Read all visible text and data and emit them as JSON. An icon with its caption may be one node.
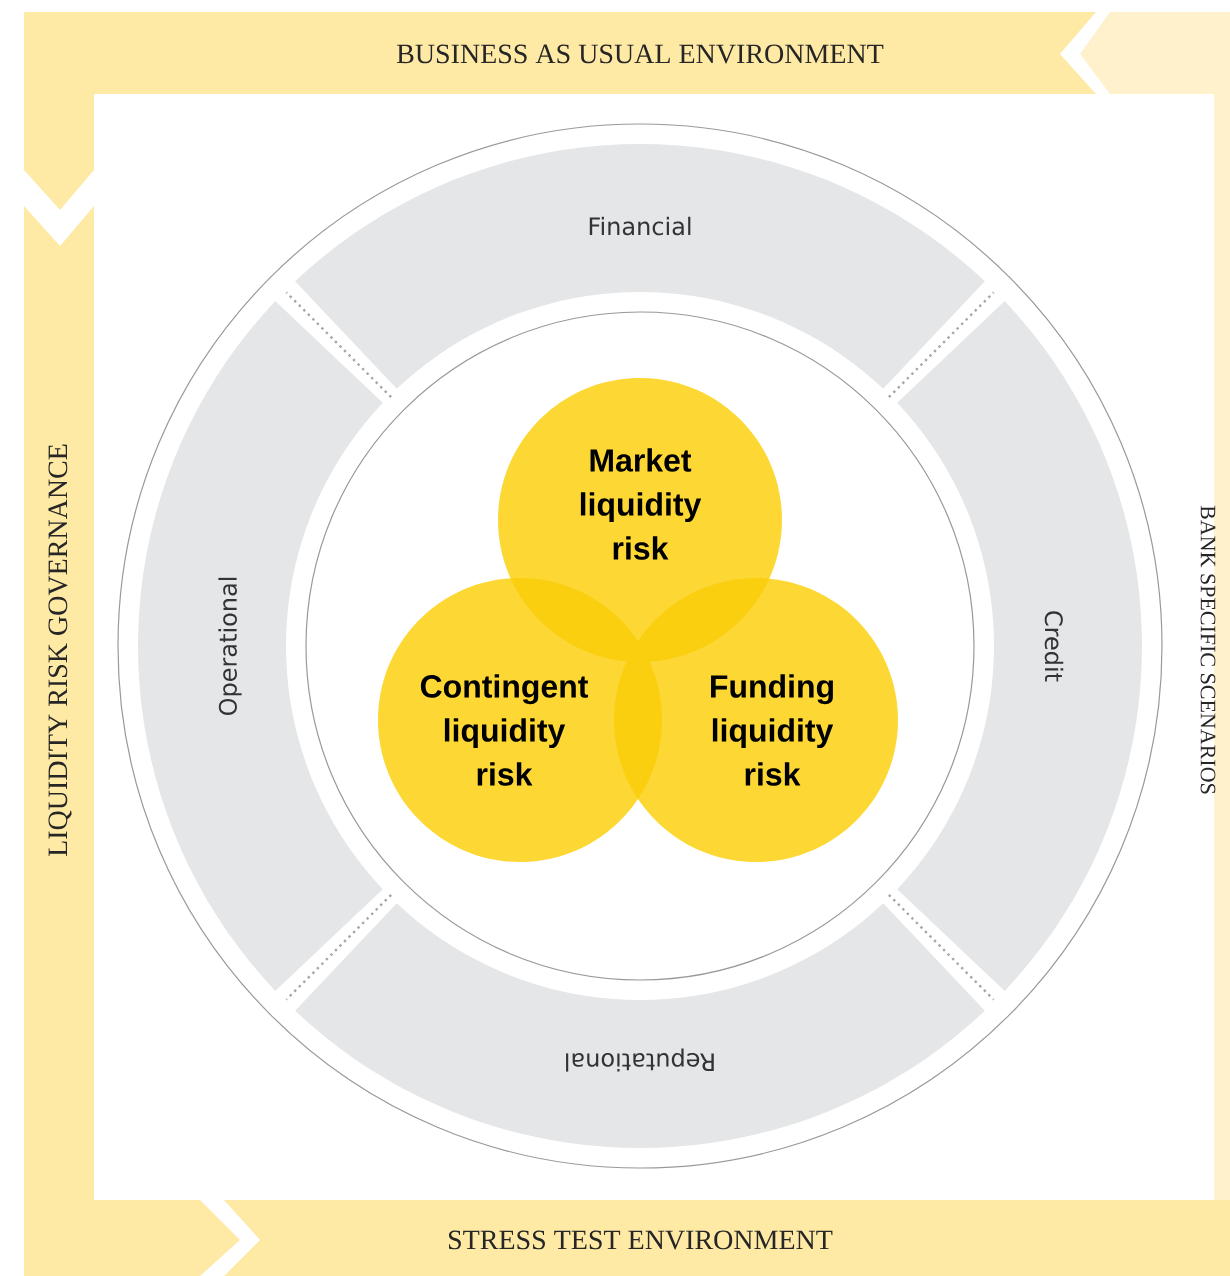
{
  "diagram": {
    "nodes": [
      {
        "text": [
          "BUSINESS AS USUAL ENVIRONMENT"
        ]
      },
      {
        "text": [
          "LIQUIDITY RISK GOVERNANCE"
        ]
      },
      {
        "text": [
          "BANK SPECIFIC SCENARIOS"
        ]
      },
      {
        "text": [
          "STRESS TEST ENVIRONMENT"
        ]
      },
      {
        "text": [
          "Financial"
        ]
      },
      {
        "text": [
          "Operational"
        ]
      },
      {
        "text": [
          "Credit"
        ]
      },
      {
        "text": [
          "Reputational"
        ]
      },
      {
        "text": [
          "Market liquidity risk"
        ]
      },
      {
        "text": [
          "Contingent liquidity risk"
        ]
      },
      {
        "text": [
          "Funding liquidity risk"
        ]
      }
    ]
  }
}
